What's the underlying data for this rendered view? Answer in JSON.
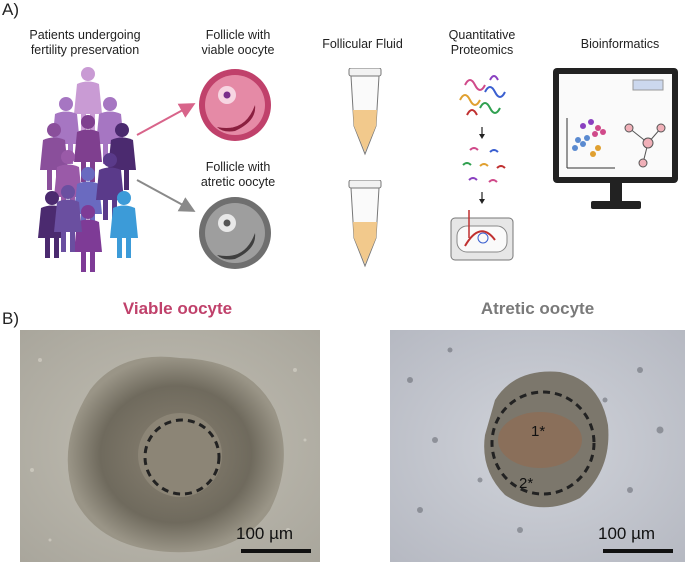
{
  "panel_a": {
    "label": "A)",
    "patients": "Patients undergoing\nfertility preservation",
    "viable_follicle": "Follicle with\nviable oocyte",
    "atretic_follicle": "Follicle with\natretic oocyte",
    "fluid": "Follicular Fluid",
    "proteomics": "Quantitative\nProteomics",
    "bioinformatics": "Bioinformatics"
  },
  "panel_b": {
    "label": "B)",
    "viable_title": "Viable oocyte",
    "atretic_title": "Atretic oocyte",
    "scale_left": "100 µm",
    "scale_right": "100 µm",
    "marker_1": "1*",
    "marker_2": "2*"
  },
  "colors": {
    "viable": "#c0416b",
    "atretic": "#7a7a7a",
    "arrow_viable": "#d8648a",
    "arrow_atretic": "#8a8a8a"
  }
}
